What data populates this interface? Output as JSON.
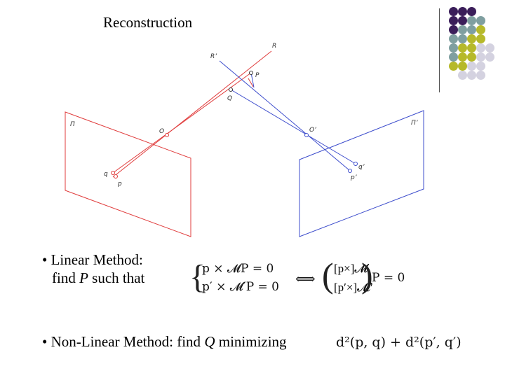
{
  "slide": {
    "title": "Reconstruction"
  },
  "figure": {
    "labels": {
      "R_prime": "R’",
      "R": "R",
      "P": "P",
      "Q": "Q",
      "O": "O",
      "O_prime": "O’",
      "Pi": "Π",
      "Pi_prime": "Π’",
      "q": "q",
      "p": "p",
      "q_prime": "q’",
      "p_prime": "p’"
    },
    "colors": {
      "left_camera": "#e03c3c",
      "right_camera": "#3c4ccc"
    }
  },
  "bullets": {
    "linear_line1": "• Linear Method:",
    "linear_line2_prefix": "find ",
    "linear_line2_var": "P",
    "linear_line2_suffix": "  such that",
    "nonlinear_prefix": "• Non-Linear Method: find ",
    "nonlinear_var": "Q",
    "nonlinear_suffix": " minimizing"
  },
  "equations": {
    "eq1": "p × 𝓜P = 0",
    "eq2": "p′ × 𝓜′P = 0",
    "iff": "⟺",
    "mat1": "[p×]𝓜",
    "mat2": "[p′×]𝓜′",
    "rhs": "P = 0",
    "objective": "d²(p, q) + d²(p′, q′)"
  },
  "decoration": {
    "dot_colors": [
      "#3b1e5a",
      "#7f9fa0",
      "#b6b92a",
      "#d4d2e0"
    ]
  }
}
